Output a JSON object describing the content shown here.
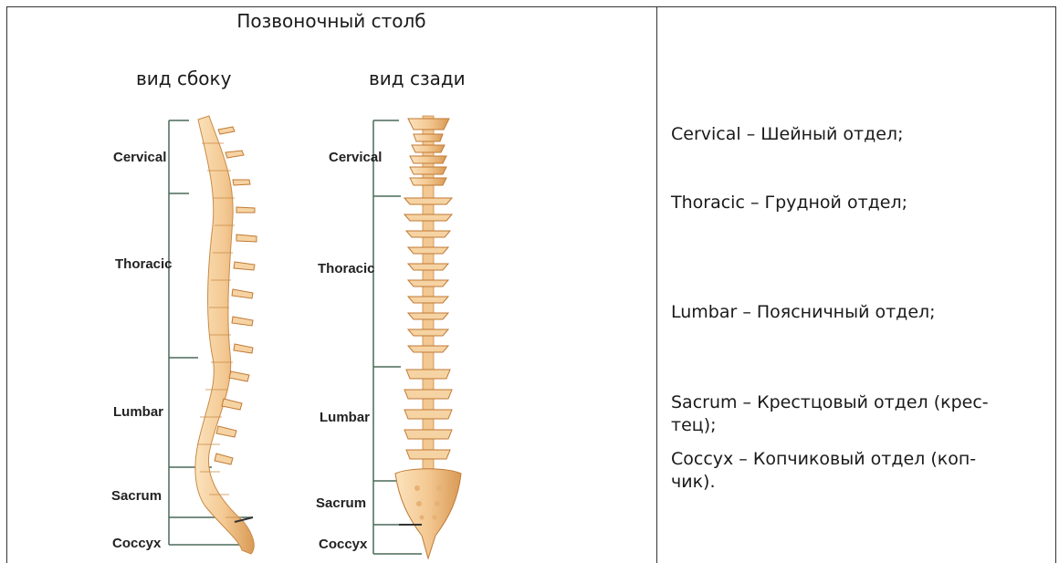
{
  "left": {
    "title": "Позвоночный столб",
    "side_view_label": "вид сбоку",
    "back_view_label": "вид сзади",
    "figure_labels": {
      "cervical": "Cervical",
      "thoracic": "Thoracic",
      "lumbar": "Lumbar",
      "sacrum": "Sacrum",
      "coccyx": "Coccyx"
    }
  },
  "right": {
    "cervical": "Cervical – Шейный отдел;",
    "thoracic": "Thoracic – Грудной отдел;",
    "lumbar": "Lumbar – Поясничный отдел;",
    "sacrum_line1": "Sacrum – Крестцовый отдел (крес-",
    "sacrum_line2": "тец);",
    "coccyx_line1": "Coccyx – Копчиковый отдел (коп-",
    "coccyx_line2": "чик)."
  },
  "colors": {
    "bone": "#f3c892",
    "bone_shadow": "#d99a55",
    "bracket": "#4a6a5a"
  }
}
